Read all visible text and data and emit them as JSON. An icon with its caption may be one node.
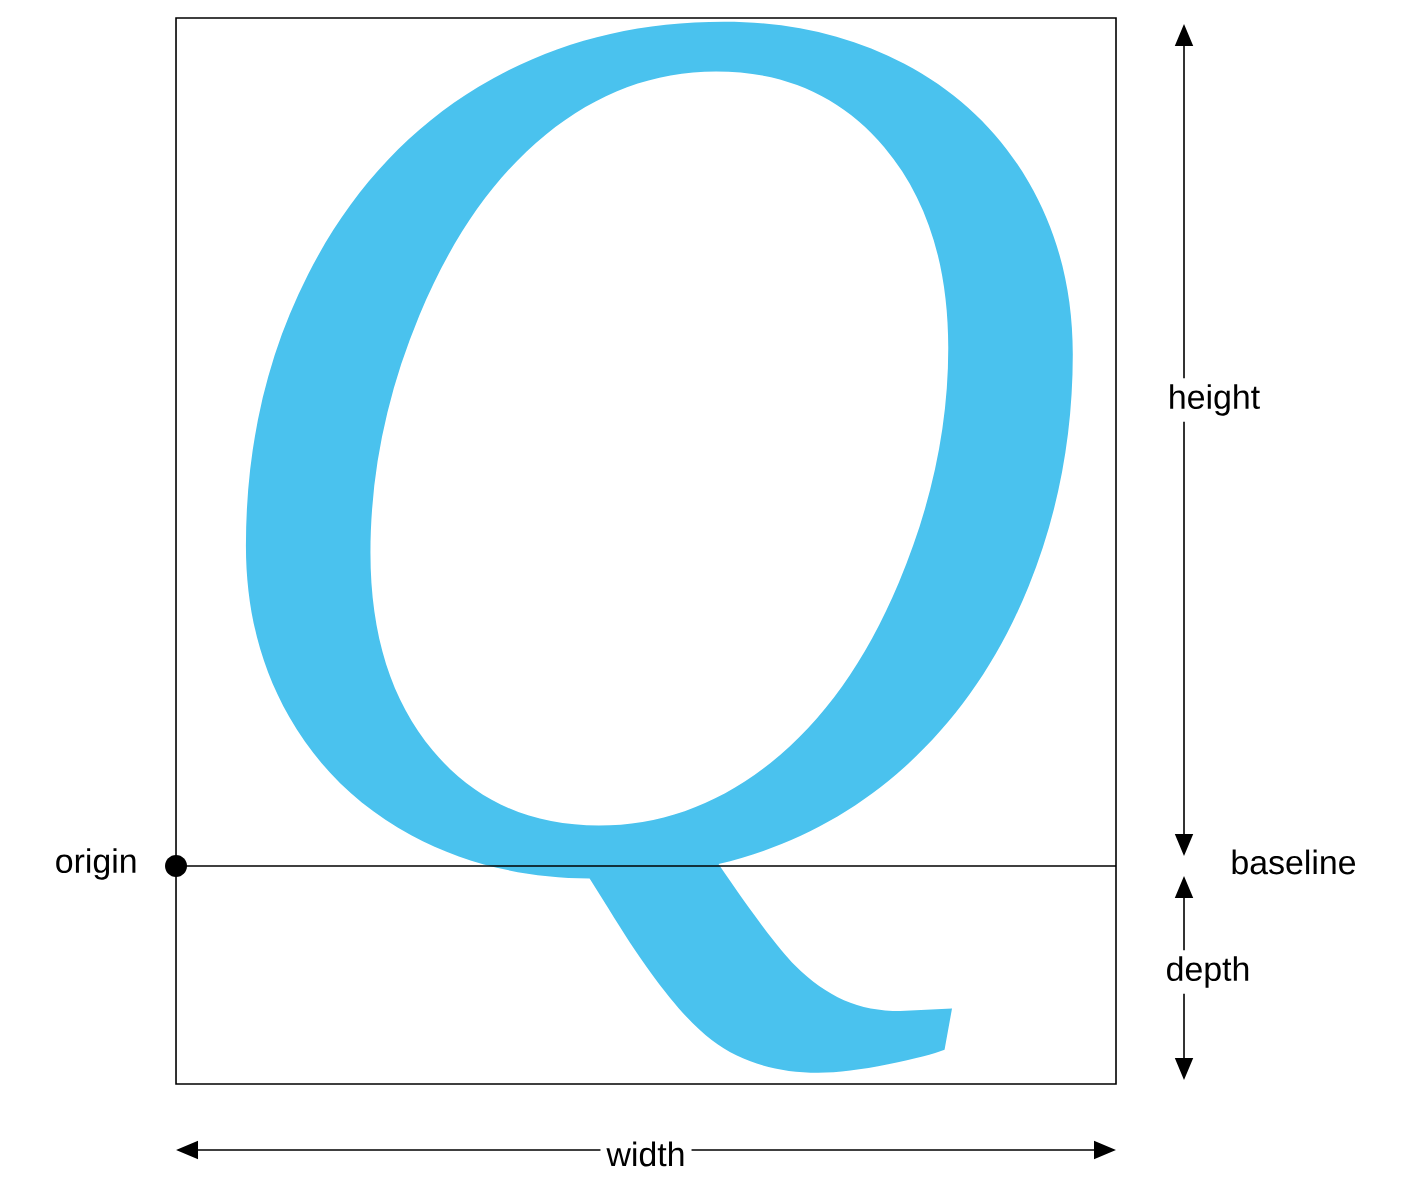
{
  "diagram": {
    "labels": [
      "Q",
      "height",
      "origin",
      "baseline",
      "depth",
      "width"
    ]
  }
}
